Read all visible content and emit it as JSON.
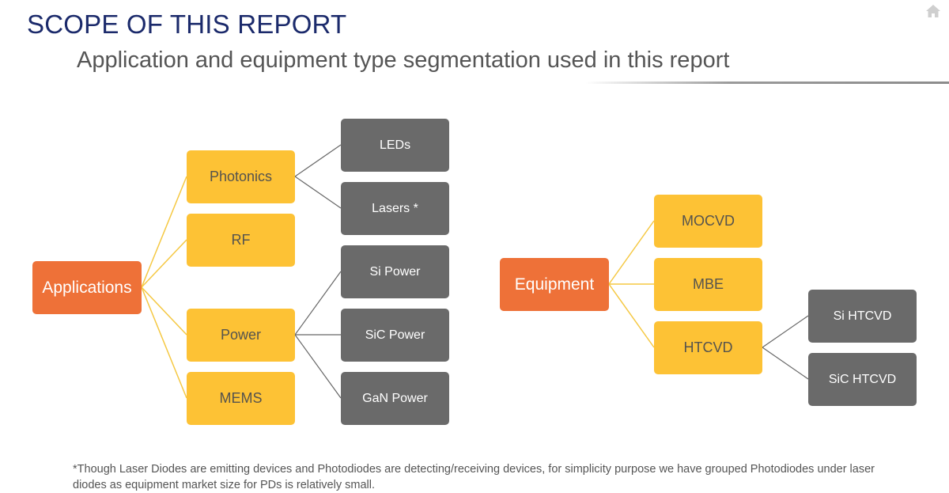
{
  "header": {
    "title": "SCOPE OF THIS REPORT",
    "subtitle": "Application and equipment type segmentation used in this report"
  },
  "icons": {
    "home": "home-icon"
  },
  "colors": {
    "title": "#1b2a6b",
    "root": "#ee7138",
    "branch": "#fdc235",
    "leaf": "#6a6a6a",
    "connector_yellow": "#f5c842",
    "connector_gray": "#666666"
  },
  "applications": {
    "root": "Applications",
    "photonics": "Photonics",
    "rf": "RF",
    "power": "Power",
    "mems": "MEMS",
    "leds": "LEDs",
    "lasers": "Lasers *",
    "si_power": "Si Power",
    "sic_power": "SiC Power",
    "gan_power": "GaN Power"
  },
  "equipment": {
    "root": "Equipment",
    "mocvd": "MOCVD",
    "mbe": "MBE",
    "htcvd": "HTCVD",
    "si_htcvd": "Si HTCVD",
    "sic_htcvd": "SiC HTCVD"
  },
  "footnote": "*Though Laser Diodes are emitting devices and Photodiodes are detecting/receiving devices, for simplicity purpose we have grouped Photodiodes under laser diodes as equipment market size for PDs is relatively small."
}
